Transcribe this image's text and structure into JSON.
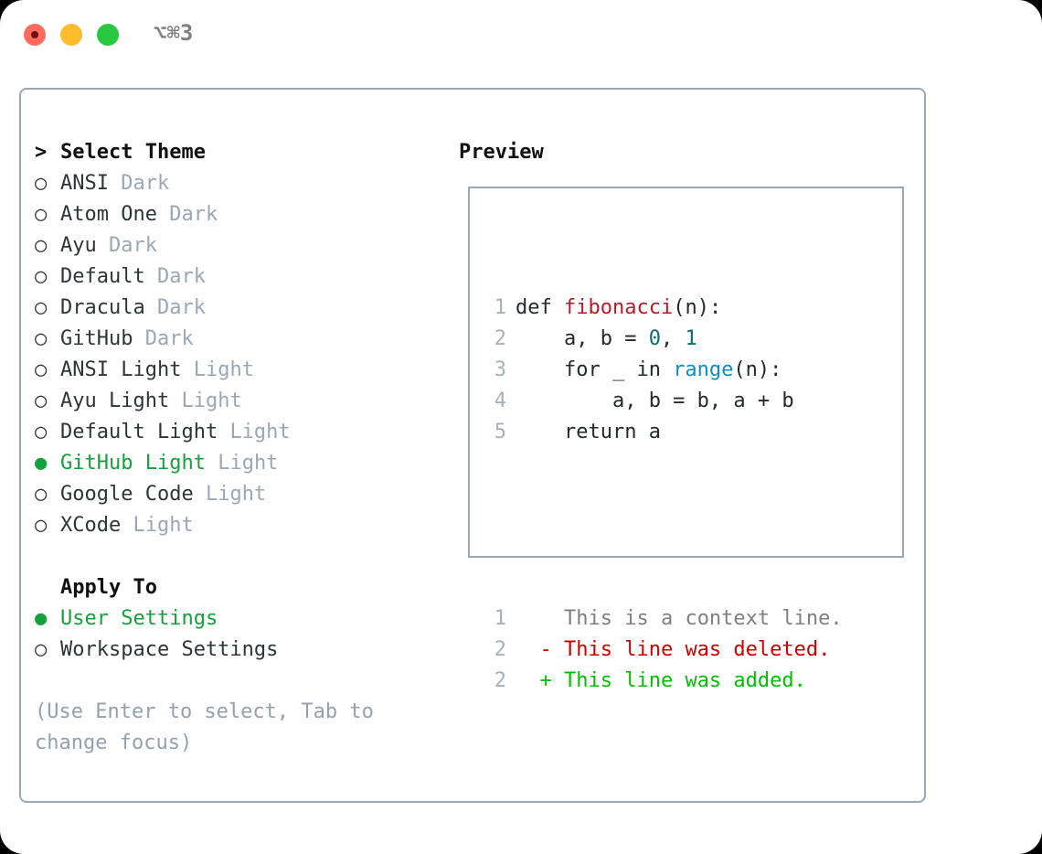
{
  "titlebar": {
    "shortcut": "⌥⌘3",
    "dots": [
      {
        "name": "close",
        "color": "#ff6b5e"
      },
      {
        "name": "minimize",
        "color": "#ffbd2e"
      },
      {
        "name": "maximize",
        "color": "#28c840"
      }
    ]
  },
  "theme_picker": {
    "header": "Select Theme",
    "caret": ">",
    "bullet_selected": "●",
    "bullet_unselected": "○",
    "items": [
      {
        "label": "ANSI",
        "tag": "Dark",
        "selected": false
      },
      {
        "label": "Atom One",
        "tag": "Dark",
        "selected": false
      },
      {
        "label": "Ayu",
        "tag": "Dark",
        "selected": false
      },
      {
        "label": "Default",
        "tag": "Dark",
        "selected": false
      },
      {
        "label": "Dracula",
        "tag": "Dark",
        "selected": false
      },
      {
        "label": "GitHub",
        "tag": "Dark",
        "selected": false
      },
      {
        "label": "ANSI Light",
        "tag": "Light",
        "selected": false
      },
      {
        "label": "Ayu Light",
        "tag": "Light",
        "selected": false
      },
      {
        "label": "Default Light",
        "tag": "Light",
        "selected": false
      },
      {
        "label": "GitHub Light",
        "tag": "Light",
        "selected": true
      },
      {
        "label": "Google Code",
        "tag": "Light",
        "selected": false
      },
      {
        "label": "XCode",
        "tag": "Light",
        "selected": false
      }
    ]
  },
  "apply_to": {
    "header": "Apply To",
    "items": [
      {
        "label": "User Settings",
        "selected": true
      },
      {
        "label": "Workspace Settings",
        "selected": false
      }
    ]
  },
  "help_text": "(Use Enter to select, Tab to change focus)",
  "preview": {
    "header": "Preview",
    "code_lines": [
      {
        "number": "1",
        "tokens": [
          {
            "text": "def ",
            "type": "plain"
          },
          {
            "text": "fibonacci",
            "type": "func"
          },
          {
            "text": "(n):",
            "type": "plain"
          }
        ]
      },
      {
        "number": "2",
        "tokens": [
          {
            "text": "    a, b = ",
            "type": "plain"
          },
          {
            "text": "0",
            "type": "num"
          },
          {
            "text": ", ",
            "type": "plain"
          },
          {
            "text": "1",
            "type": "num"
          }
        ]
      },
      {
        "number": "3",
        "tokens": [
          {
            "text": "    for _ in ",
            "type": "plain"
          },
          {
            "text": "range",
            "type": "call"
          },
          {
            "text": "(n):",
            "type": "plain"
          }
        ]
      },
      {
        "number": "4",
        "tokens": [
          {
            "text": "        a, b = b, a + b",
            "type": "plain"
          }
        ]
      },
      {
        "number": "5",
        "tokens": [
          {
            "text": "    return a",
            "type": "plain"
          }
        ]
      }
    ],
    "diff_lines": [
      {
        "number": "1",
        "marker": " ",
        "text": " This is a context line.",
        "kind": "context"
      },
      {
        "number": "2",
        "marker": "-",
        "text": " This line was deleted.",
        "kind": "deleted"
      },
      {
        "number": "2",
        "marker": "+",
        "text": " This line was added.",
        "kind": "added"
      }
    ]
  },
  "colors": {
    "selected_green": "#14a03a",
    "tag_gray": "#9aa7b6",
    "border": "#9aa7b6",
    "func_red": "#b31d28",
    "number_teal": "#0a6e6e",
    "call_blue": "#0e8fc4",
    "diff_delete": "#cc0000",
    "diff_add": "#00c000",
    "line_number": "#a6b0bd"
  }
}
